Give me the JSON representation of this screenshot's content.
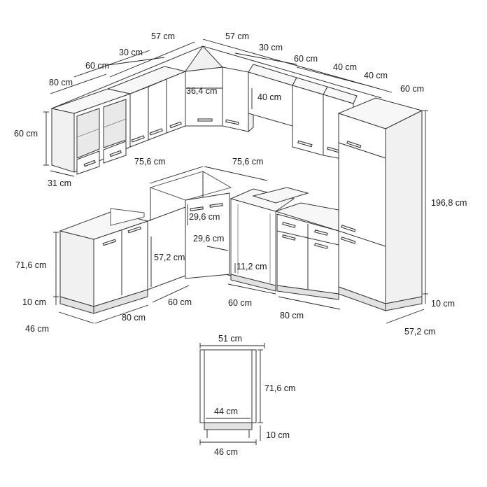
{
  "dimensions": {
    "upper_57_left": "57 cm",
    "upper_57_right": "57 cm",
    "upper_30_left": "30 cm",
    "upper_30_right": "30 cm",
    "upper_60_left": "60 cm",
    "upper_60_right": "60 cm",
    "upper_80": "80 cm",
    "upper_40_a": "40 cm",
    "upper_40_b": "40 cm",
    "upper_60_far": "60 cm",
    "corner_36_4": "36,4 cm",
    "hood_40": "40 cm",
    "upper_height_60": "60 cm",
    "upper_depth_31": "31 cm",
    "corner_75_6_left": "75,6 cm",
    "corner_75_6_right": "75,6 cm",
    "base_height_71_6": "71,6 cm",
    "plinth_10_left": "10 cm",
    "base_depth_46": "46 cm",
    "base_80_left": "80 cm",
    "base_60_mid": "60 cm",
    "corner_29_6_a": "29,6 cm",
    "corner_29_6_b": "29,6 cm",
    "corner_57_2": "57,2 cm",
    "gap_11_2": "11,2 cm",
    "base_60_oven": "60 cm",
    "base_80_right": "80 cm",
    "tall_height_196_8": "196,8 cm",
    "plinth_10_right": "10 cm",
    "tall_depth_57_2": "57,2 cm",
    "detail_width_51": "51 cm",
    "detail_height_71_6": "71,6 cm",
    "detail_inner_44": "44 cm",
    "detail_plinth_10": "10 cm",
    "detail_depth_46": "46 cm"
  }
}
